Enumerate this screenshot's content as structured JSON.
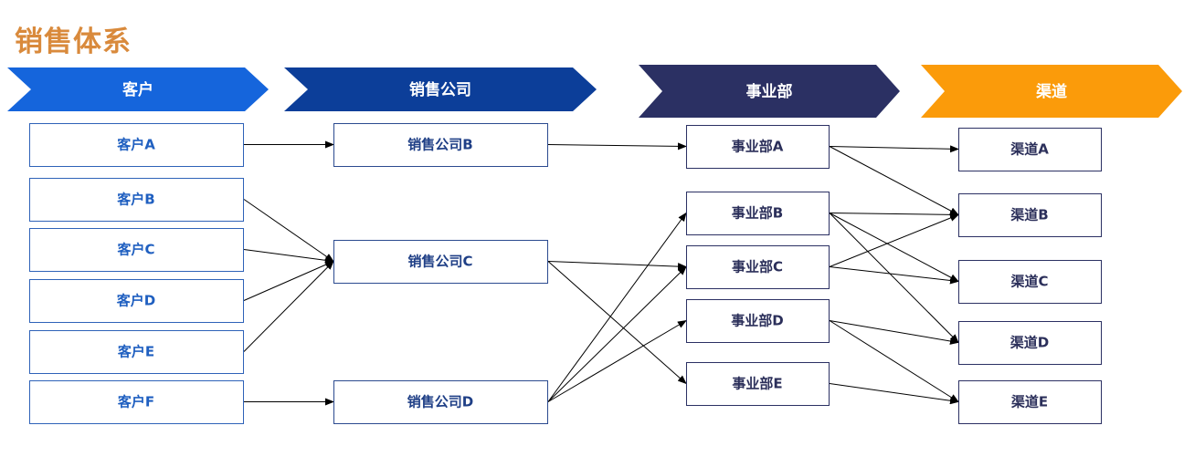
{
  "title": "销售体系",
  "colors": {
    "title": "#d98a3c",
    "header_customer": "#1565dc",
    "header_company": "#0c3e99",
    "header_division": "#2b3063",
    "header_channel": "#fb9b0a",
    "customer_text": "#1f5fc0",
    "customer_border": "#2e62b8",
    "company_text": "#1f3f86",
    "company_border": "#2b4a8f",
    "division_text": "#2b2f5a",
    "division_border": "#2b3063"
  },
  "headers": {
    "customer": "客户",
    "company": "销售公司",
    "division": "事业部",
    "channel": "渠道"
  },
  "customers": [
    "客户A",
    "客户B",
    "客户C",
    "客户D",
    "客户E",
    "客户F"
  ],
  "companies": [
    "销售公司B",
    "销售公司C",
    "销售公司D"
  ],
  "divisions": [
    "事业部A",
    "事业部B",
    "事业部C",
    "事业部D",
    "事业部E"
  ],
  "channels": [
    "渠道A",
    "渠道B",
    "渠道C",
    "渠道D",
    "渠道E"
  ],
  "links": [
    {
      "from": "客户A",
      "to": "销售公司B"
    },
    {
      "from": "客户B",
      "to": "销售公司C"
    },
    {
      "from": "客户C",
      "to": "销售公司C"
    },
    {
      "from": "客户D",
      "to": "销售公司C"
    },
    {
      "from": "客户E",
      "to": "销售公司C"
    },
    {
      "from": "客户F",
      "to": "销售公司D"
    },
    {
      "from": "销售公司B",
      "to": "事业部A"
    },
    {
      "from": "销售公司C",
      "to": "事业部C"
    },
    {
      "from": "销售公司C",
      "to": "事业部E"
    },
    {
      "from": "销售公司D",
      "to": "事业部B"
    },
    {
      "from": "销售公司D",
      "to": "事业部C"
    },
    {
      "from": "销售公司D",
      "to": "事业部D"
    },
    {
      "from": "事业部A",
      "to": "渠道A"
    },
    {
      "from": "事业部A",
      "to": "渠道B"
    },
    {
      "from": "事业部B",
      "to": "渠道B"
    },
    {
      "from": "事业部B",
      "to": "渠道C"
    },
    {
      "from": "事业部B",
      "to": "渠道D"
    },
    {
      "from": "事业部C",
      "to": "渠道B"
    },
    {
      "from": "事业部C",
      "to": "渠道C"
    },
    {
      "from": "事业部D",
      "to": "渠道D"
    },
    {
      "from": "事业部D",
      "to": "渠道E"
    },
    {
      "from": "事业部E",
      "to": "渠道E"
    }
  ]
}
